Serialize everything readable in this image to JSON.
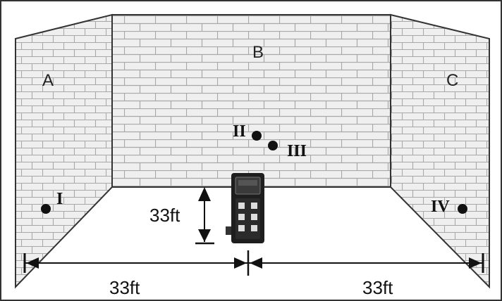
{
  "walls": {
    "left": "A",
    "back": "B",
    "right": "C"
  },
  "points": {
    "p1": "I",
    "p2": "II",
    "p3": "III",
    "p4": "IV"
  },
  "dimensions": {
    "height": "33ft",
    "left_distance": "33ft",
    "right_distance": "33ft"
  },
  "colors": {
    "frame": "#333333",
    "wall_fill": "#eeeeee",
    "brick_line": "#9a9a9a",
    "device": "#222222"
  }
}
